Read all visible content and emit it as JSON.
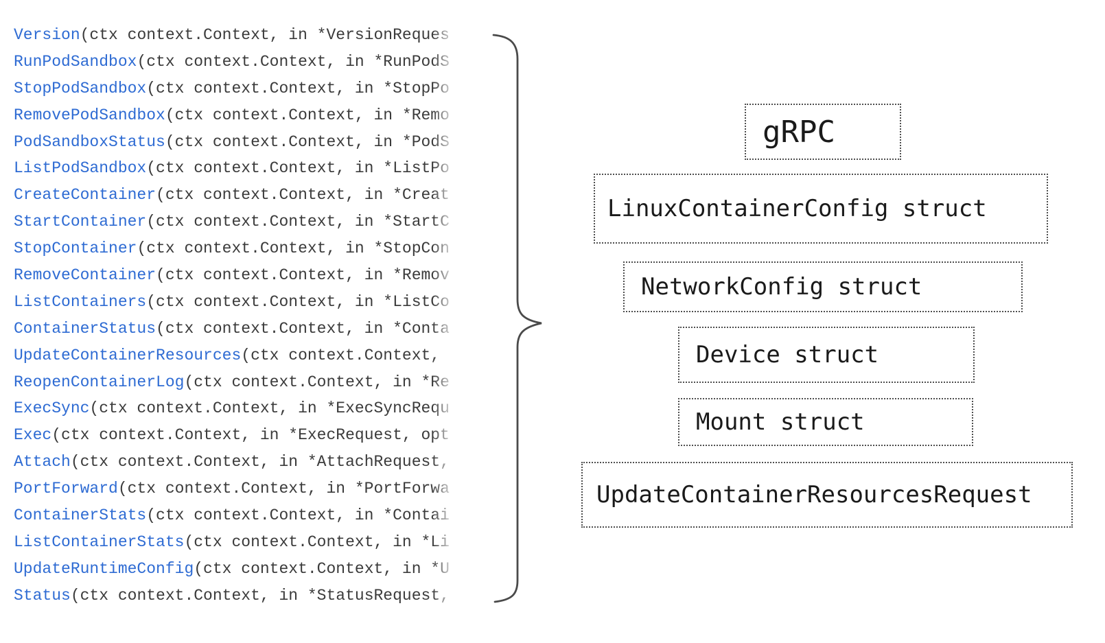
{
  "colors": {
    "background": "#ffffff",
    "method_link_blue": "#2e6bd3",
    "code_text": "#3b3b3b",
    "box_border": "#4d4d4d",
    "box_text": "#1a1a1a"
  },
  "code_panel": {
    "lines": [
      {
        "method": "Version",
        "rest": "(ctx context.Context, in *VersionReques"
      },
      {
        "method": "RunPodSandbox",
        "rest": "(ctx context.Context, in *RunPodS"
      },
      {
        "method": "StopPodSandbox",
        "rest": "(ctx context.Context, in *StopPo"
      },
      {
        "method": "RemovePodSandbox",
        "rest": "(ctx context.Context, in *Remo"
      },
      {
        "method": "PodSandboxStatus",
        "rest": "(ctx context.Context, in *PodS"
      },
      {
        "method": "ListPodSandbox",
        "rest": "(ctx context.Context, in *ListPo"
      },
      {
        "method": "CreateContainer",
        "rest": "(ctx context.Context, in *Creat"
      },
      {
        "method": "StartContainer",
        "rest": "(ctx context.Context, in *StartC"
      },
      {
        "method": "StopContainer",
        "rest": "(ctx context.Context, in *StopCon"
      },
      {
        "method": "RemoveContainer",
        "rest": "(ctx context.Context, in *Remov"
      },
      {
        "method": "ListContainers",
        "rest": "(ctx context.Context, in *ListCo"
      },
      {
        "method": "ContainerStatus",
        "rest": "(ctx context.Context, in *Conta"
      },
      {
        "method": "UpdateContainerResources",
        "rest": "(ctx context.Context,"
      },
      {
        "method": "ReopenContainerLog",
        "rest": "(ctx context.Context, in *Re"
      },
      {
        "method": "ExecSync",
        "rest": "(ctx context.Context, in *ExecSyncRequ"
      },
      {
        "method": "Exec",
        "rest": "(ctx context.Context, in *ExecRequest, opt"
      },
      {
        "method": "Attach",
        "rest": "(ctx context.Context, in *AttachRequest,"
      },
      {
        "method": "PortForward",
        "rest": "(ctx context.Context, in *PortForwa"
      },
      {
        "method": "ContainerStats",
        "rest": "(ctx context.Context, in *Contai"
      },
      {
        "method": "ListContainerStats",
        "rest": "(ctx context.Context, in *Li"
      },
      {
        "method": "UpdateRuntimeConfig",
        "rest": "(ctx context.Context, in *U"
      },
      {
        "method": "Status",
        "rest": "(ctx context.Context, in *StatusRequest,"
      }
    ]
  },
  "diagram": {
    "boxes": [
      {
        "id": "grpc",
        "label": "gRPC"
      },
      {
        "id": "linux",
        "label": "LinuxContainerConfig struct"
      },
      {
        "id": "network",
        "label": "NetworkConfig struct"
      },
      {
        "id": "device",
        "label": "Device struct"
      },
      {
        "id": "mount",
        "label": "Mount struct"
      },
      {
        "id": "update",
        "label": "UpdateContainerResourcesRequest"
      }
    ]
  }
}
